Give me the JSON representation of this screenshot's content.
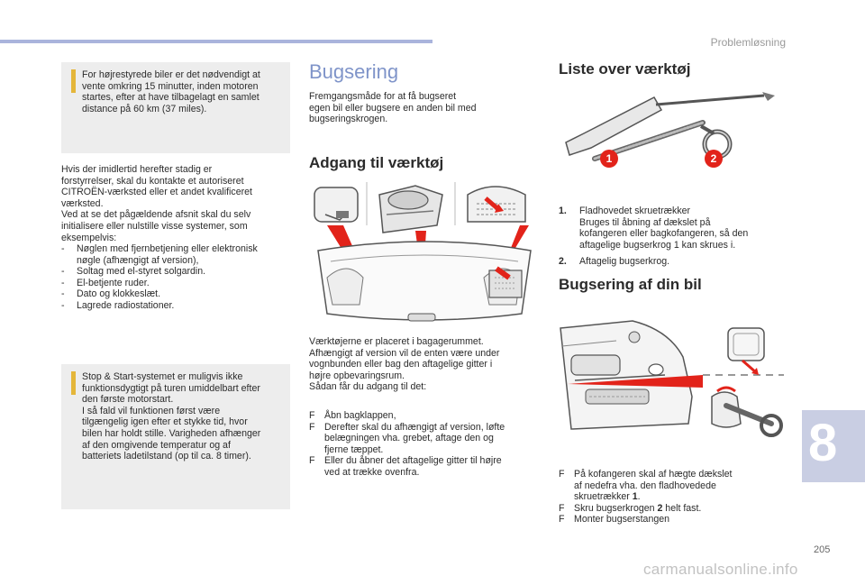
{
  "header": {
    "section": "Problemløsning"
  },
  "left": {
    "info1": "For højrestyrede biler er det nødvendigt at\nvente omkring 15 minutter, inden motoren\nstartes, efter at have tilbagelagt en samlet\ndistance på 60 km (37 miles).",
    "para": "Hvis der imidlertid herefter stadig er\nforstyrrelser, skal du kontakte et autoriseret\nCITROËN-værksted eller et andet kvalificeret\nværksted.\nVed at se det pågældende afsnit skal du selv\ninitialisere eller nulstille visse systemer, som\neksempelvis:",
    "list": [
      {
        "marker": "-",
        "text": "Nøglen med fjernbetjening eller elektronisk\nnøgle (afhængigt af version),"
      },
      {
        "marker": "-",
        "text": "Soltag med el-styret solgardin."
      },
      {
        "marker": "-",
        "text": "El-betjente ruder."
      },
      {
        "marker": "-",
        "text": "Dato og klokkeslæt."
      },
      {
        "marker": "-",
        "text": "Lagrede radiostationer."
      }
    ],
    "info2": "Stop & Start-systemet er muligvis ikke\nfunktionsdygtigt på turen umiddelbart efter\nden første motorstart.\nI så fald vil funktionen først være\ntilgængelig igen efter et stykke tid, hvor\nbilen har holdt stille. Varigheden afhænger\naf den omgivende temperatur og af\nbatteriets ladetilstand (op til ca. 8 timer)."
  },
  "middle": {
    "title": "Bugsering",
    "intro": "Fremgangsmåde for at få bugseret\negen bil eller bugsere en anden bil med\nbugseringskrogen.",
    "subtitle": "Adgang til værktøj",
    "para": "Værktøjerne er placeret i bagagerummet.\nAfhængigt af version vil de enten være under\nvognbunden eller bag den aftagelige gitter i\nhøjre opbevaringsrum.\nSådan får du adgang til det:",
    "steps": [
      {
        "marker": "",
        "text": "Åbn bagklappen,"
      },
      {
        "marker": "",
        "text": "Derefter skal du afhængigt af version, løfte\nbelægningen vha. grebet, aftage den og\nfjerne tæppet."
      },
      {
        "marker": "",
        "text": "Eller du åbner det aftagelige gitter til højre\nved at trække ovenfra."
      }
    ]
  },
  "right": {
    "tools_title": "Liste over værktøj",
    "badges": [
      "1",
      "2"
    ],
    "tools": [
      {
        "num": "1.",
        "text": "Fladhovedet skruetrækker\nBruges til åbning af dækslet på\nkofangeren eller bagkofangeren, så den\naftagelige bugserkrog 1 kan skrues i."
      },
      {
        "num": "2.",
        "text": "Aftagelig bugserkrog."
      }
    ],
    "tow_title": "Bugsering af din bil",
    "steps": [
      {
        "marker": "",
        "text": "På kofangeren skal af hægte dækslet\naf nedefra vha. den fladhovedede\nskruetrækker ",
        "bold": "1",
        "after": "."
      },
      {
        "marker": "",
        "text": "Skru bugserkrogen ",
        "bold": "2",
        "after": " helt fast."
      },
      {
        "marker": "",
        "text": "Monter bugserstangen",
        "bold": "",
        "after": ""
      }
    ]
  },
  "chapter": "8",
  "page_number": "205",
  "watermark": "carmanualsonline.info",
  "colors": {
    "accent_blue": "#7f94c9",
    "info_yellow": "#e4b63a",
    "badge_red": "#e2231a",
    "arrow_red": "#e2231a",
    "tab": "#c9cee3"
  }
}
